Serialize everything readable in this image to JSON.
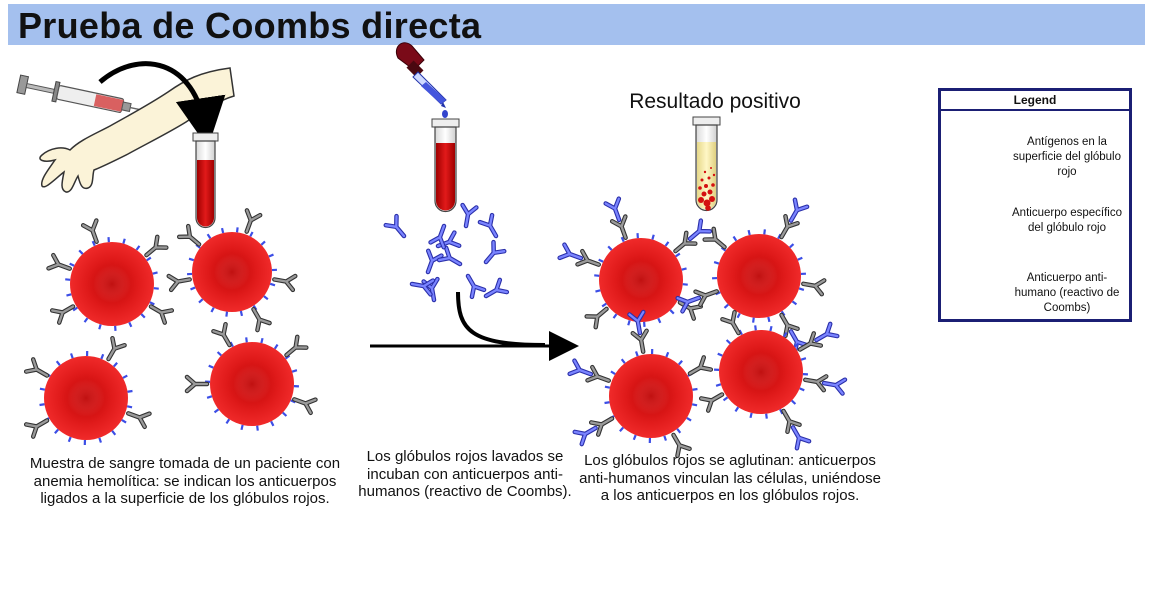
{
  "title": "Prueba de Coombs directa",
  "result_label": "Resultado positivo",
  "captions": {
    "step1": "Muestra de sangre tomada de un paciente con anemia hemolítica: se indican los anticuerpos ligados a la superficie de los glóbulos rojos.",
    "step2": "Los glóbulos rojos lavados se incuban con anticuerpos anti-humanos (reactivo de Coombs).",
    "step3": "Los glóbulos rojos se aglutinan: anticuerpos anti-humanos vinculan las células, uniéndose a los anticuerpos en los glóbulos rojos."
  },
  "legend": {
    "title": "Legend",
    "items": [
      {
        "label": "Antígenos en la superficie del glóbulo rojo",
        "icon": "red-cell-antigen-icon"
      },
      {
        "label": "Anticuerpo específico del glóbulo rojo",
        "icon": "gray-antibody-icon"
      },
      {
        "label": "Anticuerpo anti-humano (reactivo de Coombs)",
        "icon": "blue-antibody-icon"
      }
    ]
  },
  "colors": {
    "title_bar": "#a4c0ee",
    "red_cell": "#e01a1a",
    "antigen": "#3c4ee6",
    "patient_antibody": "#7d7d7d",
    "coombs_antibody": "#5d66e0",
    "legend_border": "#1b1f74"
  }
}
